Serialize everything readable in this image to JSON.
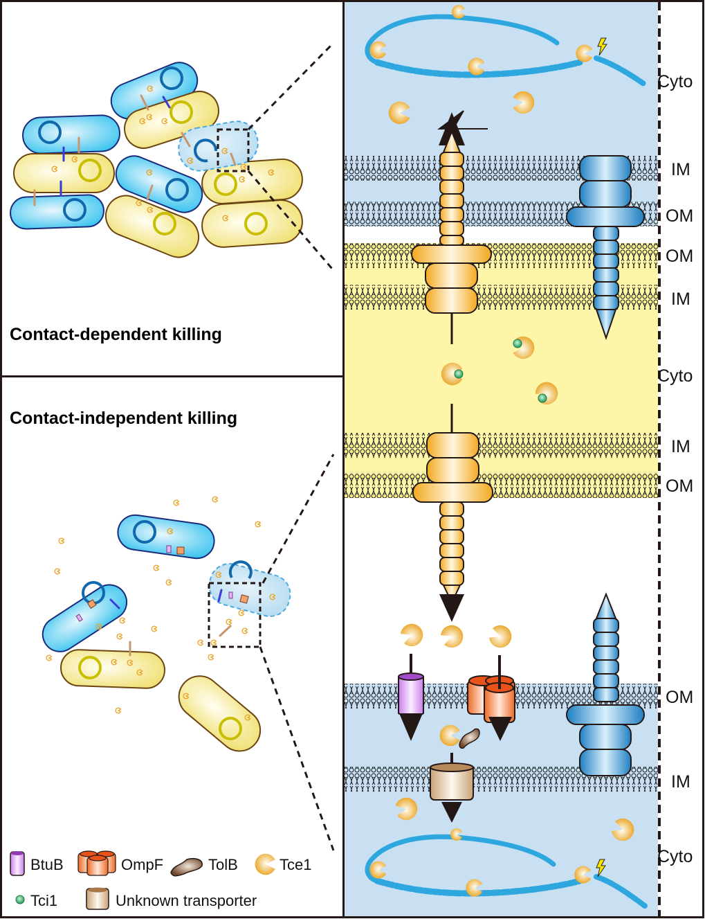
{
  "panels": {
    "contact_dependent": {
      "title": "Contact-dependent killing"
    },
    "contact_independent": {
      "title": "Contact-independent killing"
    }
  },
  "compartment_labels": {
    "top": [
      "Cyto",
      "IM",
      "OM",
      "OM",
      "IM",
      "Cyto",
      "IM",
      "OM"
    ],
    "bottom": [
      "OM",
      "IM",
      "Cyto"
    ]
  },
  "legend": {
    "items": [
      {
        "icon": "btub-icon",
        "label": "BtuB"
      },
      {
        "icon": "ompf-icon",
        "label": "OmpF"
      },
      {
        "icon": "tolb-icon",
        "label": "TolB"
      },
      {
        "icon": "tce1-icon",
        "label": "Tce1"
      },
      {
        "icon": "tci1-icon",
        "label": "Tci1"
      },
      {
        "icon": "unknown-transporter-icon",
        "label": "Unknown transporter"
      }
    ]
  },
  "colors": {
    "attacker_cell": "#f3e98a",
    "victim_cell": "#3cc4ef",
    "blue_cytoplasm": "#c9e0f3",
    "yellow_cytoplasm": "#fdf5a8",
    "tce1": "#eaa52a",
    "tci1": "#2fa860",
    "btub": "#d899f0",
    "ompf": "#f07a35",
    "tolb": "#8a5a3a",
    "transporter": "#d6b48a",
    "dna": "#2ea7df",
    "t6ss_yellow": "#f4b23a",
    "t6ss_blue": "#2f8fcf"
  }
}
